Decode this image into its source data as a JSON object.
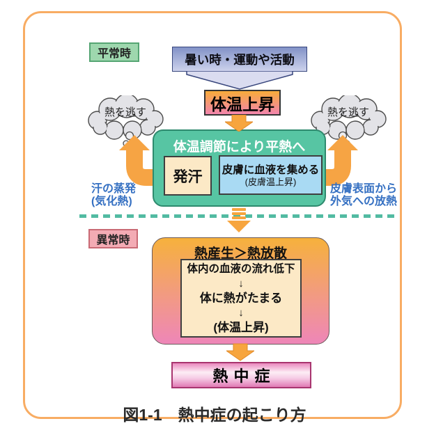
{
  "labels": {
    "normal": "平常時",
    "abnormal": "異常時"
  },
  "normal_flow": {
    "trigger": "暑い時・運動や活動",
    "temp_rise": "体温上昇",
    "regulation_title": "体温調節により平熱へ",
    "sweating": "発汗",
    "skin_blood_line1": "皮膚に血液を集める",
    "skin_blood_line2": "(皮膚温上昇)"
  },
  "clouds": {
    "left": "熱を逃す",
    "right": "熱を逃す"
  },
  "side_notes": {
    "left_line1": "汗の蒸発",
    "left_line2": "(気化熱)",
    "right_line1": "皮膚表面から",
    "right_line2": "外気への放熱"
  },
  "abnormal_flow": {
    "title": "熱産生＞熱放散",
    "steps": [
      "体内の血液の流れ低下",
      "↓",
      "体に熱がたまる",
      "↓",
      "(体温上昇)"
    ],
    "result": "熱中症"
  },
  "caption": "図1-1　熱中症の起こり方",
  "colors": {
    "card_border": "#f8ac63",
    "normal_label_bg": "#9ed7ae",
    "abnormal_label_bg": "#f3abb4",
    "trigger_gradient": [
      "#8292c7",
      "#cdd2ec"
    ],
    "temp_rise_gradient": [
      "#f8ab3a",
      "#f285ad"
    ],
    "regulation_bg": "#57c5a3",
    "sweat_bg": "#fce9c6",
    "skin_bg": "#a9daf3",
    "arrow_orange": "#f7a53e",
    "divider_teal": "#52bba2",
    "imbalance_gradient": [
      "#f6b13c",
      "#ee86b8"
    ],
    "heatstroke_gradient": [
      "#e989be",
      "#fdedf5",
      "#e07ab4"
    ],
    "note_blue": "#3570c2"
  }
}
